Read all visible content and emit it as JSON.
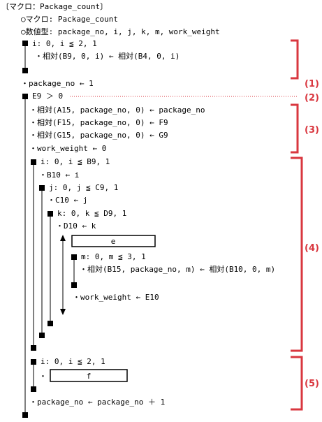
{
  "header": {
    "title": "〔マクロ：Package_count〕",
    "macro": "○マクロ: Package_count",
    "vars": "○数値型: package_no, i, j, k, m, work_weight"
  },
  "lines": {
    "loop1": "i: 0, i ≦ 2, 1",
    "s1": "・相対(B9, 0, i) ← 相対(B4, 0, i)",
    "s2": "・package_no ← 1",
    "cond": "E9 ＞ 0",
    "s3": "・相対(A15, package_no, 0) ← package_no",
    "s4": "・相対(F15, package_no, 0) ← F9",
    "s5": "・相対(G15, package_no, 0) ← G9",
    "s6": "・work_weight ← 0",
    "loopI": "i: 0, i ≦ B9, 1",
    "s7": "・B10 ← i",
    "loopJ": "j: 0, j ≦ C9, 1",
    "s8": "・C10 ← j",
    "loopK": "k: 0, k ≦ D9, 1",
    "s9": "・D10 ← k",
    "loopM": "m: 0, m ≦ 3, 1",
    "s10": "・相対(B15, package_no, m) ← 相対(B10, 0, m)",
    "s11": "・work_weight ← E10",
    "loop5": "i: 0, i ≦ 2, 1",
    "s12_prefix": "・",
    "s13": "・package_no ← package_no ＋ 1"
  },
  "blanks": {
    "e": "e",
    "f": "f"
  },
  "labels": {
    "l1": "(1)",
    "l2": "(2)",
    "l3": "(3)",
    "l4": "(4)",
    "l5": "(5)"
  },
  "colors": {
    "accent": "#d9373f",
    "ink": "#000000"
  }
}
